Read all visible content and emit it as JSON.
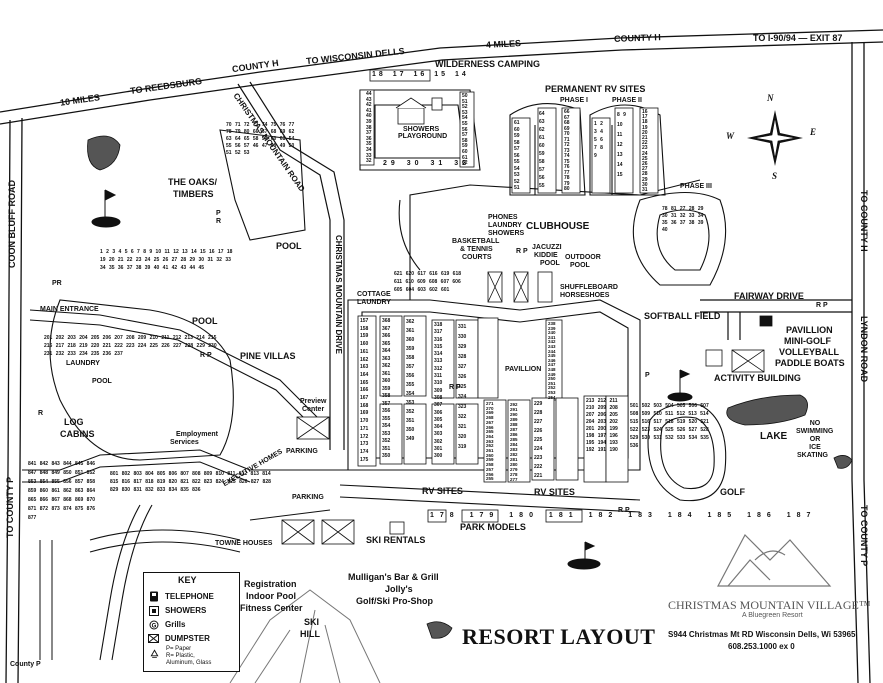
{
  "roads": {
    "county_h_top": "COUNTY H",
    "to_wisconsin_dells": "TO WISCONSIN DELLS",
    "four_miles": "4 MILES",
    "to_i90": "TO I-90/94 — EXIT 87",
    "ten_miles": "10 MILES",
    "to_reedsburg": "TO REEDSBURG",
    "county_h_left": "COUNTY H",
    "christmas_mountain_road": "CHRISTMAS MOUNTAIN ROAD",
    "christmas_mountain_drive": "CHRISTMAS MOUNTAIN DRIVE",
    "coon_bluff_road": "COON BLUFF ROAD",
    "to_county_h_right": "TO COUNTY H",
    "lyndon_road": "LYNDON ROAD",
    "to_county_p_right": "TO COUNTY P",
    "to_county_p_left": "TO COUNTY P",
    "county_p_bottom": "County P",
    "fairway_drive": "FAIRWAY DRIVE",
    "main_entrance": "MAIN ENTRANCE"
  },
  "areas": {
    "wilderness_camping": "WILDERNESS CAMPING",
    "permanent_rv_sites": "PERMANENT RV SITES",
    "phase_1": "PHASE I",
    "phase_2": "PHASE II",
    "phase_3": "PHASE III",
    "oaks_timbers_1": "THE OAKS/",
    "oaks_timbers_2": "TIMBERS",
    "pool_oaks": "POOL",
    "pool_pine": "POOL",
    "pool_log": "POOL",
    "pine_villas": "PINE VILLAS",
    "laundry_log": "LAUNDRY",
    "log_cabins_1": "LOG",
    "log_cabins_2": "CABINS",
    "employment_services_1": "Employment",
    "employment_services_2": "Services",
    "preview_center_1": "Preview",
    "preview_center_2": "Center",
    "parking_1": "PARKING",
    "parking_2": "PARKING",
    "cottage_laundry_1": "COTTAGE",
    "cottage_laundry_2": "LAUNDRY",
    "phones_1": "PHONES",
    "phones_2": "LAUNDRY",
    "phones_3": "SHOWERS",
    "clubhouse": "CLUBHOUSE",
    "basketball_1": "BASKETBALL",
    "basketball_2": "& TENNIS",
    "basketball_3": "COURTS",
    "jacuzzi_1": "JACUZZI",
    "jacuzzi_2": "KIDDIE",
    "jacuzzi_3": "POOL",
    "outdoor_pool_1": "OUTDOOR",
    "outdoor_pool_2": "POOL",
    "shuffleboard_1": "SHUFFLEBOARD",
    "shuffleboard_2": "HORSESHOES",
    "softball_field": "SOFTBALL FIELD",
    "pavillion_1": "PAVILLION",
    "pavillion_2": "MINI-GOLF",
    "pavillion_3": "VOLLEYBALL",
    "pavillion_4": "PADDLE BOATS",
    "activity_building": "ACTIVITY BUILDING",
    "pavillion_center": "PAVILLION",
    "lake": "LAKE",
    "no_swim_1": "NO",
    "no_swim_2": "SWIMMING",
    "no_swim_3": "OR",
    "no_swim_4": "ICE",
    "no_swim_5": "SKATING",
    "golf": "GOLF",
    "rv_sites_1": "RV SITES",
    "rv_sites_2": "RV SITES",
    "park_models": "PARK MODELS",
    "ski_rentals": "SKI RENTALS",
    "registration_1": "Registration",
    "registration_2": "Indoor Pool",
    "registration_3": "Fitness Center",
    "mulligans_1": "Mulligan's Bar & Grill",
    "mulligans_2": "Jolly's",
    "mulligans_3": "Golf/Ski Pro-Shop",
    "ski_hill_1": "SKI",
    "ski_hill_2": "HILL",
    "showers_playground_1": "SHOWERS",
    "showers_playground_2": "PLAYGROUND",
    "executive_homes": "EXECUTIVE HOMES",
    "towne_houses": "TOWNE HOUSES",
    "rp": "R P",
    "p": "P",
    "pr": "PR",
    "r": "R"
  },
  "compass": {
    "n": "N",
    "s": "S",
    "e": "E",
    "w": "W"
  },
  "key": {
    "title": "KEY",
    "telephone": "TELEPHONE",
    "showers": "SHOWERS",
    "grills": "Grills",
    "dumpster": "DUMPSTER",
    "recycle_1": "P= Paper",
    "recycle_2": "R= Plastic,",
    "recycle_3": "Aluminum, Glass"
  },
  "footer": {
    "title": "RESORT LAYOUT",
    "brand": "CHRISTMAS MOUNTAIN VILLAGE™",
    "brand_sub": "A Bluegreen Resort",
    "address": "S944 Christmas Mt RD Wisconsin Dells, Wi 53965",
    "phone": "608.253.1000 ex 0"
  },
  "units": {
    "wilderness_top": [
      "18",
      "17",
      "16",
      "15",
      "14"
    ],
    "wilderness_left": [
      "44",
      "43",
      "42",
      "41",
      "40",
      "39",
      "38",
      "37",
      "36",
      "35",
      "34",
      "33",
      "32"
    ],
    "wilderness_right": [
      "50",
      "51",
      "52",
      "53",
      "54",
      "55",
      "56",
      "57",
      "58",
      "59",
      "60",
      "61",
      "62"
    ],
    "wilderness_bottom": [
      "29",
      "30",
      "31",
      "32"
    ],
    "phase1_left": [
      "61",
      "60",
      "59",
      "58",
      "57",
      "56",
      "55",
      "54",
      "53",
      "52",
      "51"
    ],
    "phase1_mid": [
      "64",
      "63",
      "62",
      "61",
      "60",
      "59",
      "58",
      "57",
      "56",
      "55"
    ],
    "phase1_right": [
      "66",
      "67",
      "68",
      "69",
      "70",
      "71",
      "72",
      "73",
      "74",
      "75",
      "76",
      "77",
      "78",
      "79",
      "80"
    ],
    "phase2_left": [
      "1",
      "2",
      "3",
      "4",
      "5",
      "6",
      "7",
      "8",
      "9"
    ],
    "phase2_mid": [
      "8",
      "9",
      "10",
      "11",
      "12",
      "13",
      "14",
      "15"
    ],
    "phase2_right": [
      "16",
      "17",
      "18",
      "19",
      "20",
      "21",
      "22",
      "23",
      "24",
      "25",
      "26",
      "27",
      "28",
      "29",
      "30",
      "31"
    ],
    "phase3": [
      "78",
      "81",
      "27",
      "28",
      "29",
      "30",
      "31",
      "32",
      "33",
      "34",
      "35",
      "36",
      "37",
      "38",
      "39",
      "40"
    ],
    "oaks": [
      "70",
      "71",
      "72",
      "73",
      "74",
      "75",
      "76",
      "77",
      "78",
      "79",
      "80",
      "66",
      "67",
      "68",
      "69",
      "62",
      "63",
      "64",
      "65",
      "58",
      "59",
      "60",
      "61",
      "54",
      "55",
      "56",
      "57",
      "46",
      "47",
      "48",
      "49",
      "50",
      "51",
      "52",
      "53"
    ],
    "pine": [
      "1",
      "2",
      "3",
      "4",
      "5",
      "6",
      "7",
      "8",
      "9",
      "10",
      "11",
      "12",
      "13",
      "14",
      "15",
      "16",
      "17",
      "18",
      "19",
      "20",
      "21",
      "22",
      "23",
      "24",
      "25",
      "26",
      "27",
      "28",
      "29",
      "30",
      "31",
      "32",
      "33",
      "34",
      "35",
      "36",
      "37",
      "38",
      "39",
      "40",
      "41",
      "42",
      "43",
      "44",
      "45"
    ],
    "log_cabins": [
      "201",
      "202",
      "203",
      "204",
      "205",
      "206",
      "207",
      "208",
      "209",
      "210",
      "211",
      "212",
      "213",
      "214",
      "215",
      "216",
      "217",
      "218",
      "219",
      "220",
      "221",
      "222",
      "223",
      "224",
      "225",
      "226",
      "227",
      "228",
      "229",
      "230",
      "231",
      "232",
      "233",
      "234",
      "235",
      "236",
      "237"
    ],
    "cottages_a": [
      "157",
      "158",
      "159",
      "160",
      "161",
      "162",
      "163",
      "164",
      "165",
      "166",
      "167",
      "168",
      "169",
      "170",
      "171",
      "172",
      "173",
      "174",
      "175"
    ],
    "cottages_b": [
      "368",
      "367",
      "366",
      "365",
      "364",
      "363",
      "362",
      "361",
      "360",
      "359",
      "358",
      "357",
      "356",
      "355",
      "354",
      "353",
      "352",
      "351",
      "350"
    ],
    "cottages_c": [
      "362",
      "361",
      "360",
      "359",
      "358",
      "357",
      "356",
      "355",
      "354",
      "353",
      "352",
      "351",
      "350",
      "349"
    ],
    "cottages_d": [
      "318",
      "317",
      "316",
      "315",
      "314",
      "313",
      "312",
      "311",
      "310",
      "309",
      "308",
      "307",
      "306",
      "305",
      "304",
      "303",
      "302",
      "301",
      "300"
    ],
    "cottages_e": [
      "331",
      "330",
      "329",
      "328",
      "327",
      "326",
      "325",
      "324",
      "323",
      "322",
      "321",
      "320",
      "319"
    ],
    "cottages_f": [
      "271",
      "270",
      "269",
      "268",
      "267",
      "266",
      "265",
      "264",
      "263",
      "262",
      "261",
      "260",
      "259",
      "258",
      "257",
      "256",
      "255"
    ],
    "cottages_g": [
      "292",
      "291",
      "290",
      "289",
      "288",
      "287",
      "286",
      "285",
      "284",
      "283",
      "282",
      "281",
      "280",
      "279",
      "278",
      "277"
    ],
    "cottages_h": [
      "238",
      "239",
      "240",
      "241",
      "242",
      "243",
      "244",
      "245",
      "246",
      "247",
      "248",
      "249",
      "250",
      "251",
      "252",
      "253",
      "254"
    ],
    "cottages_i": [
      "229",
      "228",
      "227",
      "226",
      "225",
      "224",
      "223",
      "222",
      "221"
    ],
    "cottages_j": [
      "213",
      "212",
      "211",
      "210",
      "209",
      "208",
      "207",
      "206",
      "205",
      "204",
      "203",
      "202",
      "201",
      "200",
      "199",
      "198",
      "197",
      "196",
      "195",
      "194",
      "193",
      "192",
      "191",
      "190"
    ],
    "rv_row": [
      "178",
      "179",
      "180",
      "181",
      "182",
      "183",
      "184",
      "185",
      "186",
      "187"
    ],
    "golf_units": [
      "501",
      "502",
      "503",
      "504",
      "505",
      "506",
      "507",
      "508",
      "509",
      "510",
      "511",
      "512",
      "513",
      "514",
      "515",
      "516",
      "517",
      "518",
      "519",
      "520",
      "521",
      "522",
      "523",
      "524",
      "525",
      "526",
      "527",
      "528",
      "529",
      "530",
      "531",
      "532",
      "533",
      "534",
      "535",
      "536"
    ],
    "exec_homes": [
      "801",
      "802",
      "803",
      "804",
      "805",
      "806",
      "807",
      "808",
      "809",
      "810",
      "811",
      "812",
      "813",
      "814",
      "815",
      "816",
      "817",
      "818",
      "819",
      "820",
      "821",
      "822",
      "823",
      "824",
      "825",
      "826",
      "827",
      "828",
      "829",
      "830",
      "831",
      "832",
      "833",
      "834",
      "835",
      "836"
    ],
    "towne_houses": [
      "841",
      "842",
      "843",
      "844",
      "845",
      "846",
      "847",
      "848",
      "849",
      "850",
      "851",
      "852",
      "853",
      "854",
      "855",
      "856",
      "857",
      "858",
      "859",
      "860",
      "861",
      "862",
      "863",
      "864",
      "865",
      "866",
      "867",
      "868",
      "869",
      "870",
      "871",
      "872",
      "873",
      "874",
      "875",
      "876",
      "877"
    ],
    "units_620": [
      "621",
      "620",
      "617",
      "616",
      "619",
      "618",
      "611",
      "610",
      "609",
      "608",
      "607",
      "606",
      "605",
      "604",
      "603",
      "602",
      "601"
    ]
  }
}
